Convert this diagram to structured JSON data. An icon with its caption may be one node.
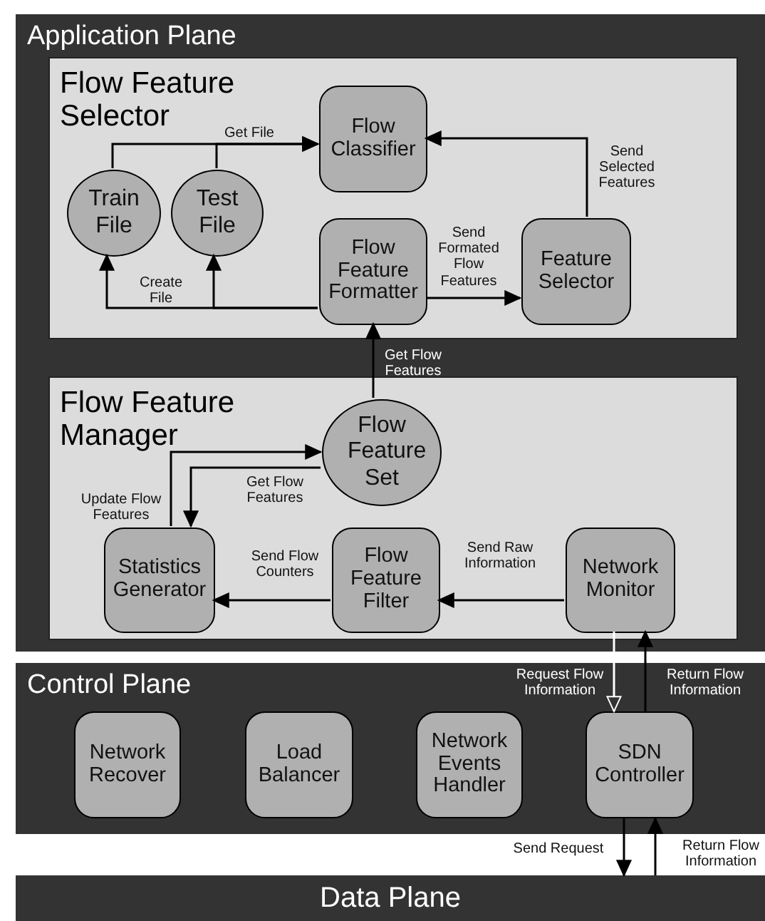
{
  "diagram": {
    "nodes": [
      {
        "text": [
          "Application Plane"
        ]
      },
      {
        "text": [
          "Flow Feature Selector"
        ],
        "in": 0
      },
      {
        "text": [
          "Train File"
        ],
        "in": 1
      },
      {
        "text": [
          "Test File"
        ],
        "in": 1
      },
      {
        "text": [
          "Flow Classifier"
        ],
        "in": 1
      },
      {
        "text": [
          "Flow Feature Formatter"
        ],
        "in": 1
      },
      {
        "text": [
          "Feature Selector"
        ],
        "in": 1
      },
      {
        "text": [
          "Flow Feature Manager"
        ],
        "in": 0
      },
      {
        "text": [
          "Flow Feature Set"
        ],
        "in": 7
      },
      {
        "text": [
          "Statistics Generator"
        ],
        "in": 7
      },
      {
        "text": [
          "Flow Feature Filter"
        ],
        "in": 7
      },
      {
        "text": [
          "Network Monitor"
        ],
        "in": 7
      },
      {
        "text": [
          "Control Plane"
        ]
      },
      {
        "text": [
          "Network Recover"
        ],
        "in": 12
      },
      {
        "text": [
          "Load Balancer"
        ],
        "in": 12
      },
      {
        "text": [
          "Network Events Handler"
        ],
        "in": 12
      },
      {
        "text": [
          "SDN Controller"
        ],
        "in": 12
      },
      {
        "text": [
          "Data Plane"
        ]
      }
    ],
    "edges": [
      {
        "from": 2,
        "to": 4,
        "arrow": "to",
        "label": "Get File"
      },
      {
        "from": 3,
        "to": 4,
        "arrow": "to"
      },
      {
        "from": 6,
        "to": 4,
        "arrow": "to",
        "label": "Send Selected Features"
      },
      {
        "from": 5,
        "to": 2,
        "arrow": "to",
        "label": "Create File"
      },
      {
        "from": 5,
        "to": 3,
        "arrow": "to"
      },
      {
        "from": 5,
        "to": 6,
        "arrow": "to",
        "label": "Send Formated Flow Features"
      },
      {
        "from": 8,
        "to": 5,
        "arrow": "to",
        "label": "Get Flow Features"
      },
      {
        "from": 9,
        "to": 8,
        "arrow": "to",
        "label": "Update Flow Features"
      },
      {
        "from": 8,
        "to": 9,
        "arrow": "to",
        "label": "Get Flow Features"
      },
      {
        "from": 10,
        "to": 9,
        "arrow": "to",
        "label": "Send Flow Counters"
      },
      {
        "from": 11,
        "to": 10,
        "arrow": "to",
        "label": "Send Raw Information"
      },
      {
        "from": 11,
        "to": 16,
        "arrow": "to",
        "label": "Request Flow Information",
        "color": "#ffffff"
      },
      {
        "from": 16,
        "to": 11,
        "arrow": "to",
        "label": "Return Flow Information"
      },
      {
        "from": 16,
        "to": 17,
        "arrow": "to",
        "label": "Send Request"
      },
      {
        "from": 17,
        "to": 16,
        "arrow": "to",
        "label": "Return Flow Information"
      }
    ]
  }
}
